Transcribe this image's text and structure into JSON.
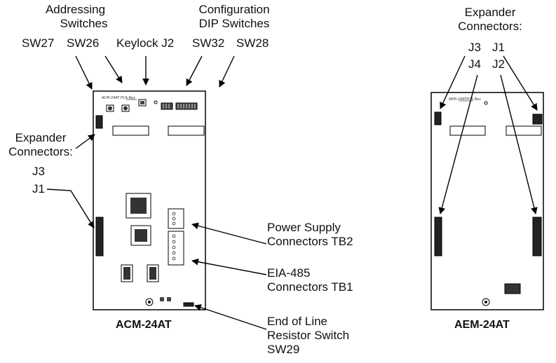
{
  "acm_labels": {
    "addressing_line1": "Addressing",
    "addressing_line2": "Switches",
    "sw27": "SW27",
    "sw26": "SW26",
    "keylock": "Keylock J2",
    "config_line1": "Configuration",
    "config_line2": "DIP Switches",
    "sw32": "SW32",
    "sw28": "SW28",
    "expander_line1": "Expander",
    "expander_line2": "Connectors:",
    "j3": "J3",
    "j1": "J1",
    "power_line1": "Power Supply",
    "power_line2": "Connectors TB2",
    "eia_line1": "EIA-485",
    "eia_line2": "Connectors TB1",
    "eol_line1": "End of Line",
    "eol_line2": "Resistor Switch",
    "eol_line3": "SW29",
    "board_text": "ACM-24AT PCA Rev",
    "title": "ACM-24AT"
  },
  "aem_labels": {
    "expander_line1": "Expander",
    "expander_line2": "Connectors:",
    "j3": "J3",
    "j1": "J1",
    "j4": "J4",
    "j2": "J2",
    "board_text": "AEM-24ATPCA Rev",
    "title": "AEM-24AT"
  }
}
